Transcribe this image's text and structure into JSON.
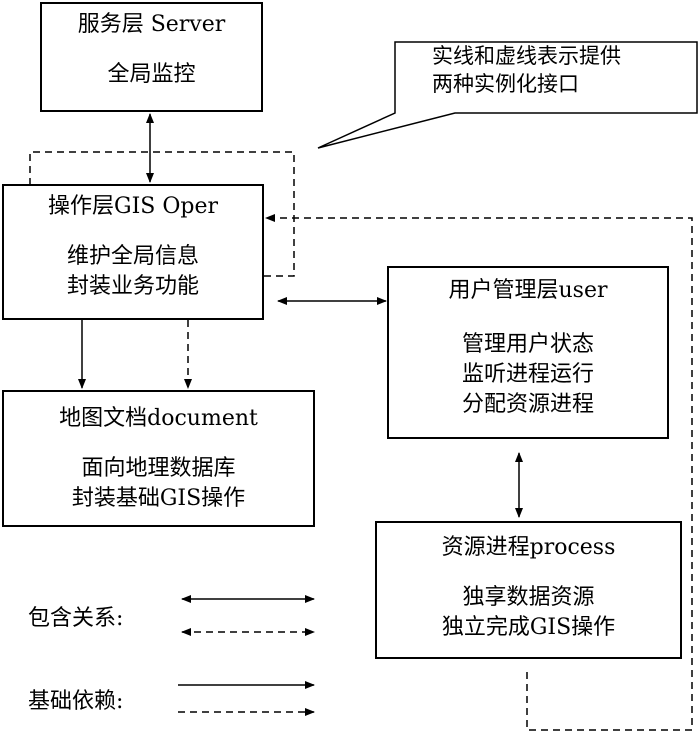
{
  "server": {
    "title": "服务层 Server",
    "desc": "全局监控"
  },
  "oper": {
    "title": "操作层GIS Oper",
    "desc1": "维护全局信息",
    "desc2": "封装业务功能"
  },
  "document": {
    "title": "地图文档document",
    "desc1": "面向地理数据库",
    "desc2": "封装基础GIS操作"
  },
  "user": {
    "title": "用户管理层user",
    "desc1": "管理用户状态",
    "desc2": "监听进程运行",
    "desc3": "分配资源进程"
  },
  "process": {
    "title": "资源进程process",
    "desc1": "独享数据资源",
    "desc2": "独立完成GIS操作"
  },
  "callout": {
    "line1": "实线和虚线表示提供",
    "line2": "两种实例化接口"
  },
  "legend": {
    "contain": "包含关系:",
    "depend": "基础依赖:"
  }
}
